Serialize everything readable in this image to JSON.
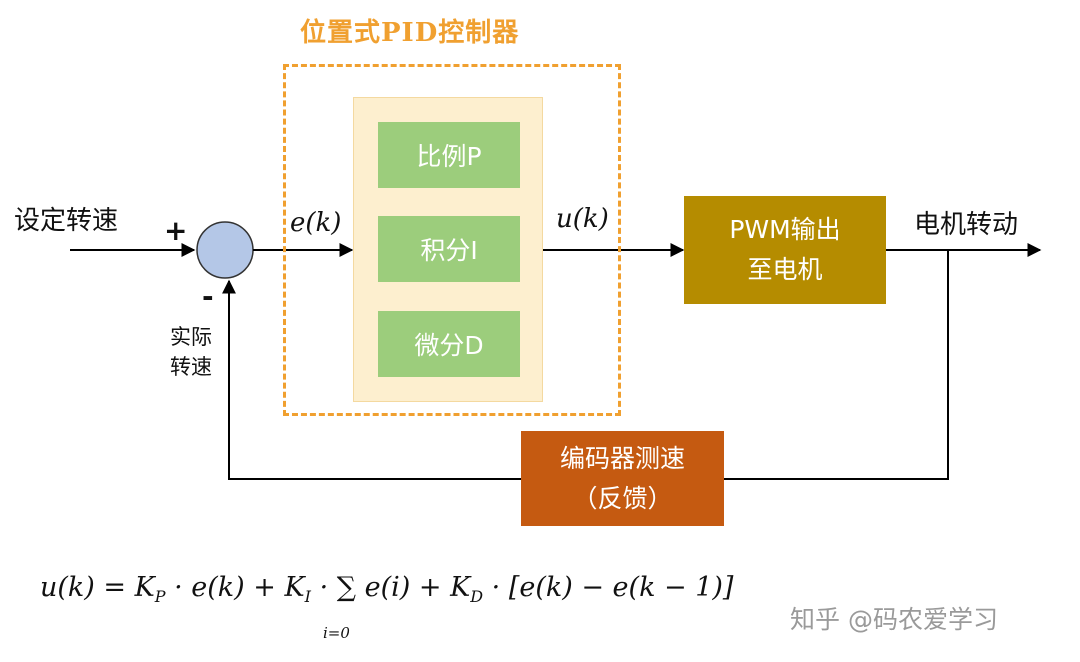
{
  "controller_title": "位置式PID控制器",
  "blocks": {
    "p": "比例P",
    "i": "积分I",
    "d": "微分D",
    "pwm_line1": "PWM输出",
    "pwm_line2": "至电机",
    "encoder_line1": "编码器测速",
    "encoder_line2": "（反馈）"
  },
  "labels": {
    "setpoint": "设定转速",
    "plus": "+",
    "minus": "-",
    "actual_line1": "实际",
    "actual_line2": "转速",
    "error": "e(k)",
    "output": "u(k)",
    "motor": "电机转动"
  },
  "formula": {
    "part1": "u(k) = K",
    "sub_p": "P",
    "part2": " · e(k) + K",
    "sub_i": "I",
    "part3": " · ∑ e(i) + K",
    "sub_d": "D",
    "part4": " · [e(k) − e(k − 1)]",
    "sum_index": "i=0"
  },
  "watermark": "知乎 @码农爱学习",
  "colors": {
    "title": "#f0a030",
    "dashed_border": "#f0a030",
    "panel_bg": "#fdefcf",
    "pid_blocks": "#9ccd7c",
    "pwm_block": "#b58c00",
    "encoder_block": "#c55a11",
    "summing_junction": "#b4c7e7"
  }
}
